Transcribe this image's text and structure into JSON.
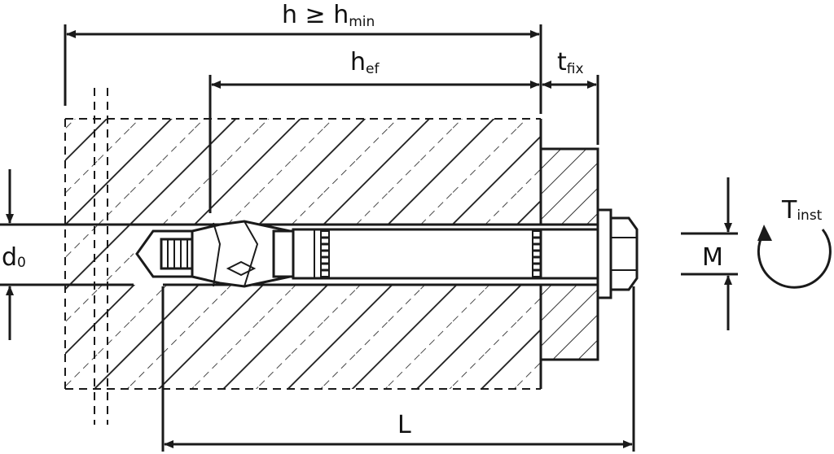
{
  "labels": {
    "h_min": {
      "main": "h ≥ h",
      "sub": "min"
    },
    "h_ef": {
      "main": "h",
      "sub": "ef"
    },
    "t_fix": {
      "main": "t",
      "sub": "fix"
    },
    "d_0": {
      "main": "d",
      "sub": "0"
    },
    "length": "L",
    "thread": "M",
    "torque": {
      "main": "T",
      "sub": "inst"
    }
  }
}
